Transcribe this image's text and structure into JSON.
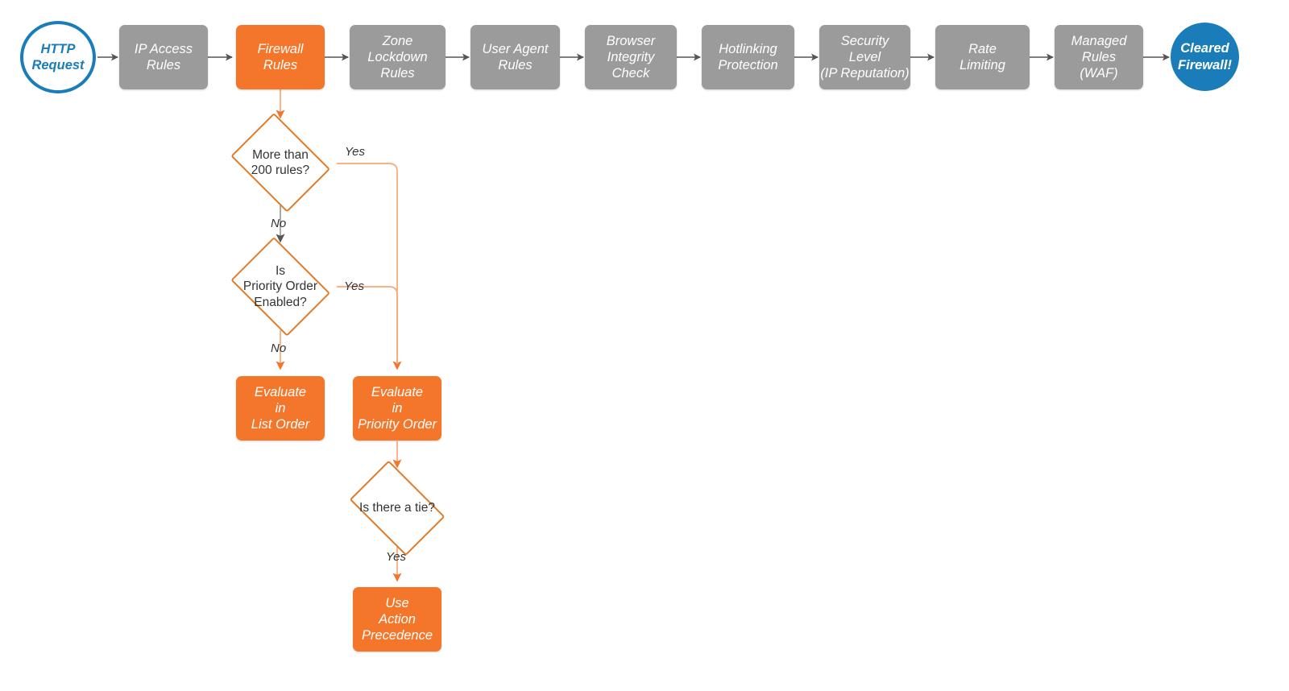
{
  "diagram": {
    "title": "Cloudflare Firewall Rules Evaluation Order",
    "colors": {
      "gray_node": "#9b9b9b",
      "orange_node": "#f4762a",
      "orange_stroke": "#e07b2a",
      "orange_connector": "#f9a878",
      "blue": "#1b7cba",
      "gray_connector": "#555555",
      "text_dark": "#333333",
      "background": "#ffffff"
    },
    "pipeline": [
      {
        "id": "http-request",
        "label": "HTTP\nRequest",
        "shape": "circle-start"
      },
      {
        "id": "ip-access-rules",
        "label": "IP Access\nRules",
        "shape": "box-gray"
      },
      {
        "id": "firewall-rules",
        "label": "Firewall\nRules",
        "shape": "box-orange"
      },
      {
        "id": "zone-lockdown-rules",
        "label": "Zone\nLockdown\nRules",
        "shape": "box-gray"
      },
      {
        "id": "user-agent-rules",
        "label": "User Agent\nRules",
        "shape": "box-gray"
      },
      {
        "id": "browser-integrity",
        "label": "Browser\nIntegrity\nCheck",
        "shape": "box-gray"
      },
      {
        "id": "hotlinking",
        "label": "Hotlinking\nProtection",
        "shape": "box-gray"
      },
      {
        "id": "security-level",
        "label": "Security\nLevel\n(IP Reputation)",
        "shape": "box-gray"
      },
      {
        "id": "rate-limiting",
        "label": "Rate\nLimiting",
        "shape": "box-gray"
      },
      {
        "id": "managed-rules",
        "label": "Managed\nRules\n(WAF)",
        "shape": "box-gray"
      },
      {
        "id": "cleared-firewall",
        "label": "Cleared\nFirewall!",
        "shape": "circle-end"
      }
    ],
    "branch": [
      {
        "id": "more-than-200-rules",
        "label": "More than\n200 rules?",
        "shape": "diamond"
      },
      {
        "id": "is-priority-order",
        "label": "Is\nPriority Order\nEnabled?",
        "shape": "diamond"
      },
      {
        "id": "evaluate-list-order",
        "label": "Evaluate\nin\nList Order",
        "shape": "box-orange"
      },
      {
        "id": "evaluate-priority-order",
        "label": "Evaluate\nin\nPriority Order",
        "shape": "box-orange"
      },
      {
        "id": "is-there-a-tie",
        "label": "Is there a tie?",
        "shape": "diamond"
      },
      {
        "id": "use-action-precedence",
        "label": "Use\nAction\nPrecedence",
        "shape": "box-orange"
      }
    ],
    "edge_labels": {
      "more_than_200_yes": "Yes",
      "more_than_200_no": "No",
      "priority_order_yes": "Yes",
      "priority_order_no": "No",
      "tie_yes": "Yes"
    }
  }
}
